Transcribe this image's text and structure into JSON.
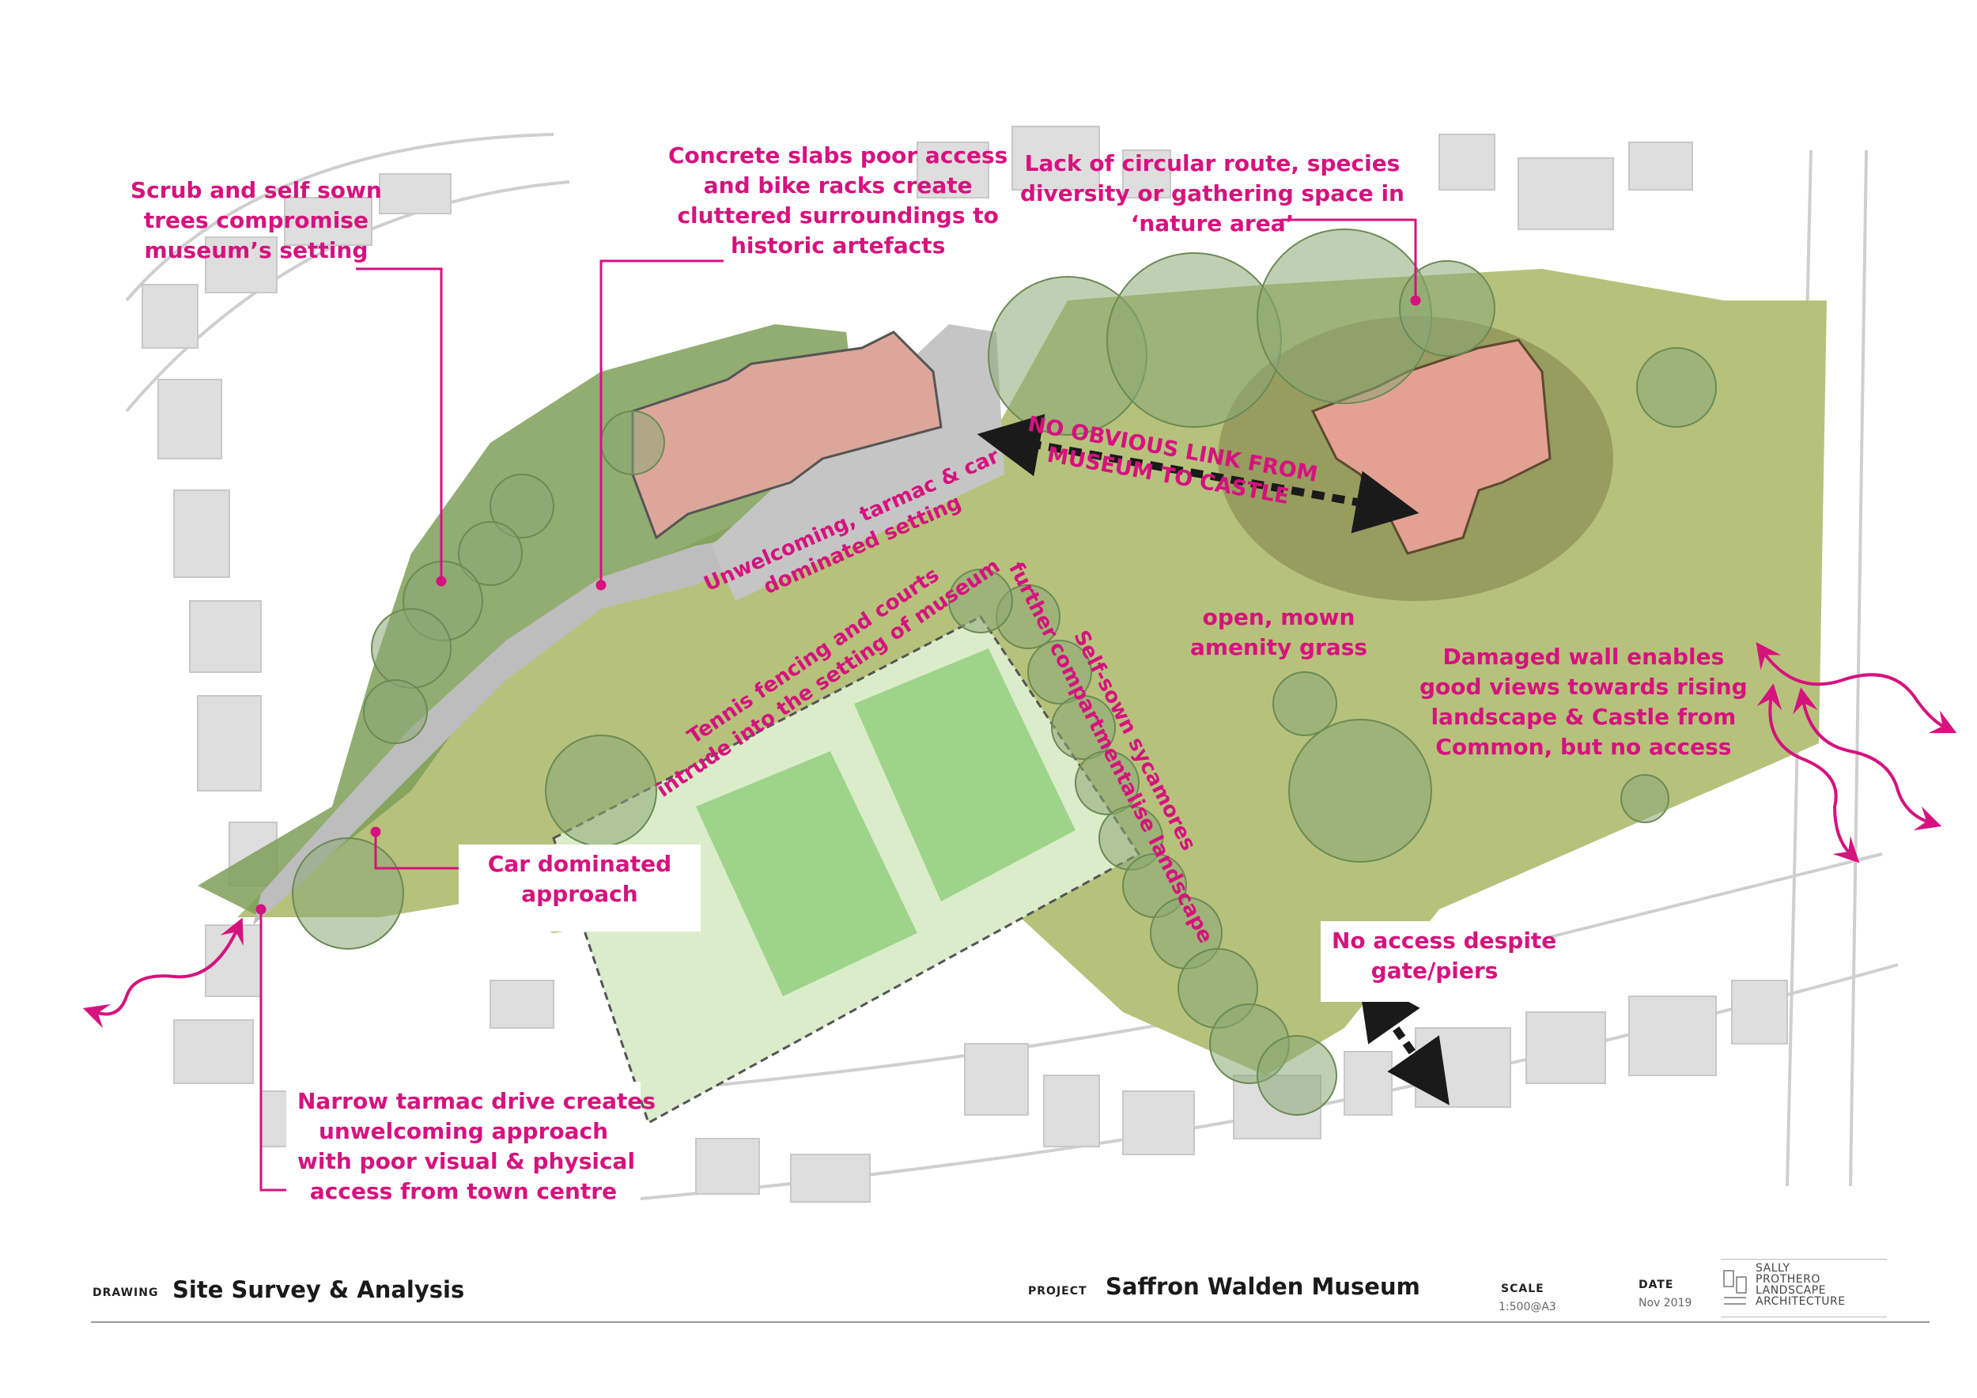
{
  "annotations": {
    "scrub": [
      "Scrub and self sown",
      "trees compromise",
      "museum’s setting"
    ],
    "concrete": [
      "Concrete slabs poor access",
      "and bike racks create",
      "cluttered surroundings to",
      "historic artefacts"
    ],
    "circular": [
      "Lack of circular route, species",
      "diversity or gathering space in",
      "‘nature area’"
    ],
    "link": [
      "NO OBVIOUS LINK FROM",
      "MUSEUM TO CASTLE"
    ],
    "unwelcoming": [
      "Unwelcoming, tarmac & car",
      "dominated setting"
    ],
    "tennis": [
      "Tennis fencing and courts",
      "intrude into the setting of museum"
    ],
    "sycamores": [
      "Self-sown sycamores",
      "further compartmentalise landscape"
    ],
    "grass": [
      "open, mown",
      "amenity grass"
    ],
    "wall": [
      "Damaged wall  enables",
      "good views towards rising",
      "landscape & Castle from",
      "Common, but no access"
    ],
    "car": [
      "Car dominated",
      "approach"
    ],
    "gate": [
      "No access despite",
      "gate/piers"
    ],
    "drive": [
      "Narrow tarmac drive creates",
      "unwelcoming approach",
      "with  poor visual & physical",
      "access from town centre"
    ]
  },
  "title_block": {
    "drawing_label": "DRAWING",
    "drawing_value": "Site Survey & Analysis",
    "project_label": "PROJECT",
    "project_value": "Saffron Walden Museum",
    "scale_label": "SCALE",
    "scale_value": "1:500@A3",
    "date_label": "DATE",
    "date_value": "Nov 2019",
    "logo_lines": [
      "SALLY",
      "PROTHERO",
      "LANDSCAPE",
      "ARCHITECTURE"
    ]
  },
  "colors": {
    "annotation": "#d6127e",
    "grass": "#b5c27a",
    "woodland": "#7fa05a",
    "building": "#dca79a",
    "courts": "#9ed58a",
    "court_surround": "#dcebcb",
    "road": "#c9c9c9",
    "background_buildings": "#dddddd"
  }
}
